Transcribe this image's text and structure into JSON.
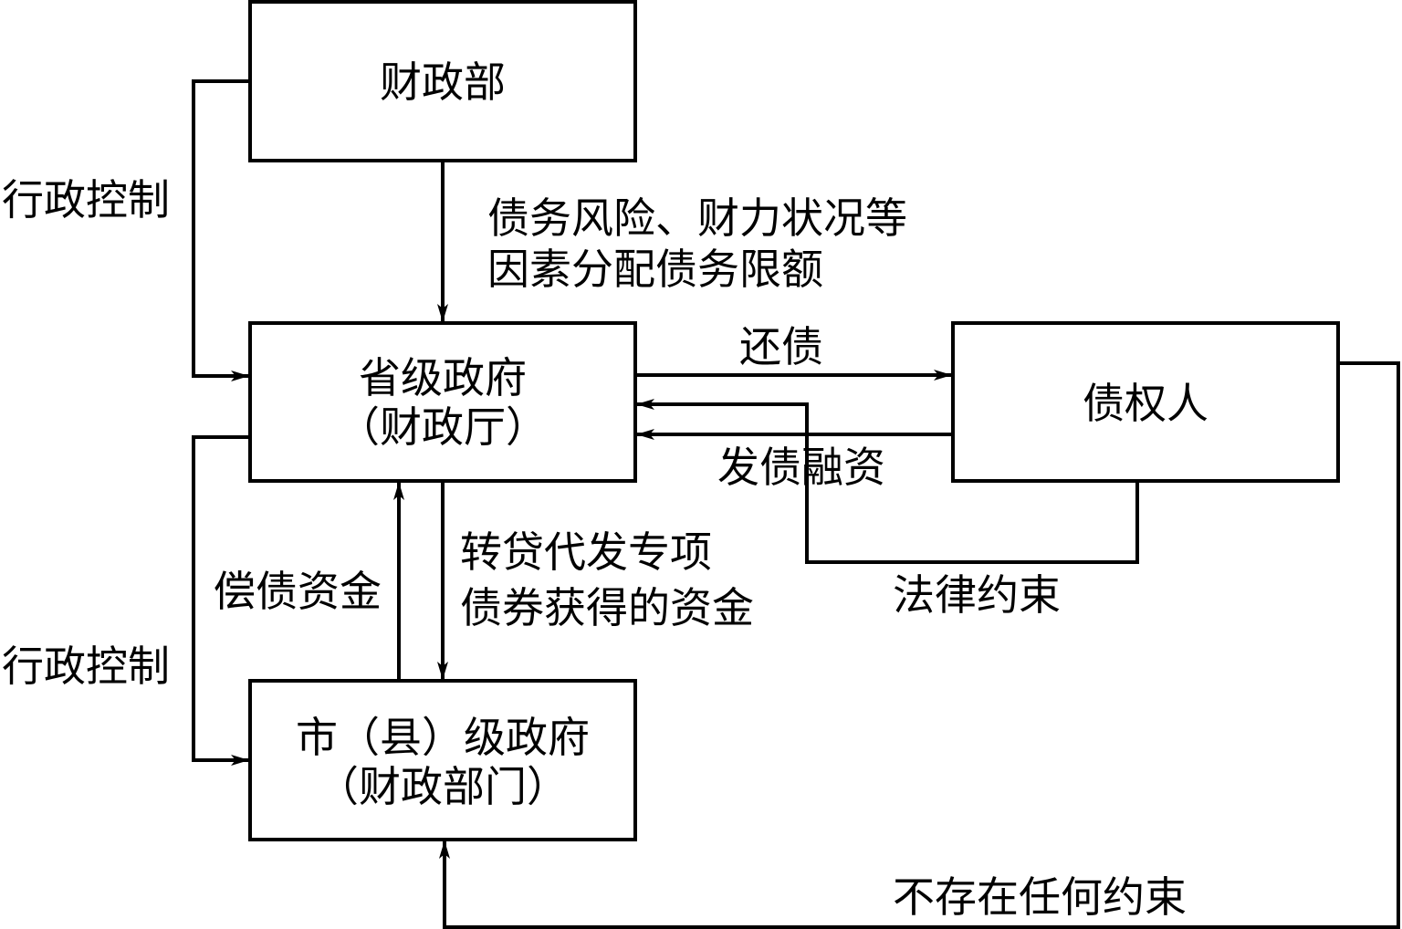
{
  "nodes": {
    "ministry": {
      "line1": "财政部"
    },
    "province": {
      "line1": "省级政府",
      "line2": "（财政厅）"
    },
    "creditor": {
      "line1": "债权人"
    },
    "city": {
      "line1": "市（县）级政府",
      "line2": "（财政部门）"
    }
  },
  "edges": {
    "admin_control_top": "行政控制",
    "quota_allocation": {
      "line1": "债务风险、财力状况等",
      "line2": "因素分配债务限额"
    },
    "repay_debt": "还债",
    "issue_financing": "发债融资",
    "legal_constraint": "法律约束",
    "admin_control_bottom": "行政控制",
    "repayment_funds": "偿债资金",
    "onlending": {
      "line1": "转贷代发专项",
      "line2": "债券获得的资金"
    },
    "no_constraint": "不存在任何约束"
  },
  "colors": {
    "stroke": "#000000",
    "background": "#ffffff"
  }
}
